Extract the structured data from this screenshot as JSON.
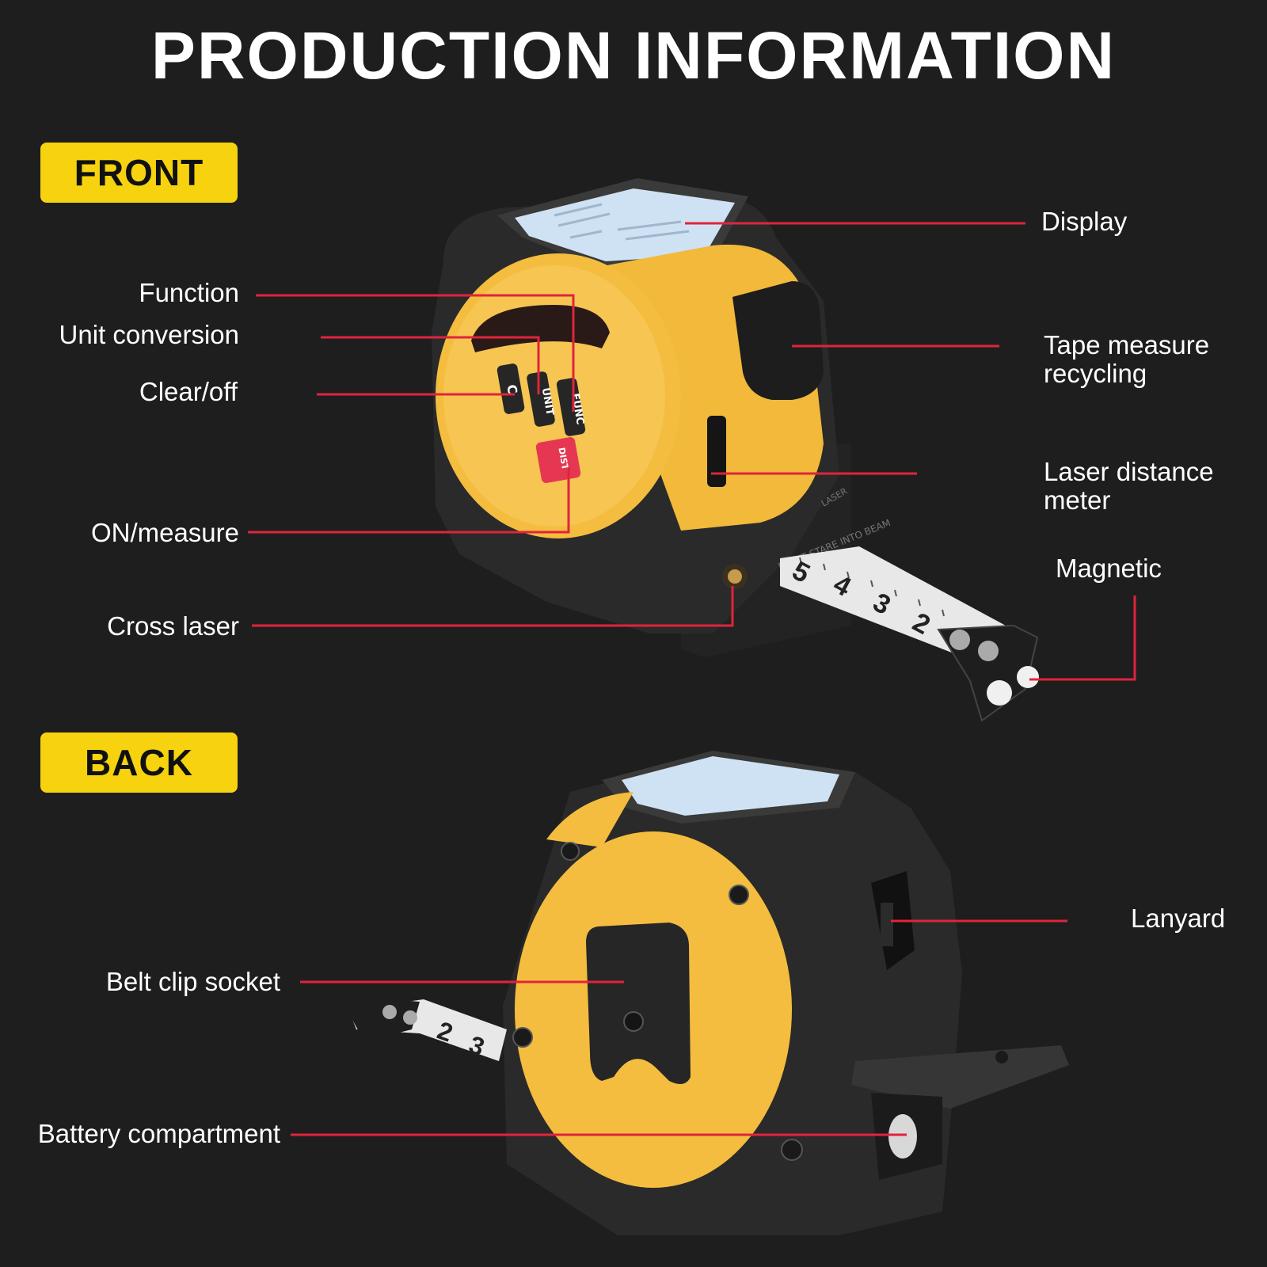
{
  "title": "PRODUCTION INFORMATION",
  "sections": {
    "front": "FRONT",
    "back": "BACK"
  },
  "device": {
    "buttons": {
      "clear": "C",
      "unit": "UNIT",
      "function": "FUNC",
      "measure": "DIST"
    },
    "tape_numbers": [
      "5",
      "4",
      "3",
      "2"
    ],
    "back_tape_numbers": [
      "2",
      "3"
    ],
    "warning_text": "DON'T STARE INTO BEAM",
    "laser_text": "LASER"
  },
  "labels": {
    "function": "Function",
    "unit_conversion": "Unit conversion",
    "clear_off": "Clear/off",
    "on_measure": "ON/measure",
    "cross_laser": "Cross laser",
    "display": "Display",
    "tape_recycling": "Tape measure recycling",
    "laser_meter": "Laser distance meter",
    "magnetic": "Magnetic",
    "lanyard": "Lanyard",
    "belt_clip": "Belt clip socket",
    "battery": "Battery compartment"
  },
  "colors": {
    "background": "#1e1e1e",
    "accent": "#f6d20f",
    "leader": "#e0243c",
    "body_yellow": "#f2b93a",
    "body_dark": "#2a2a2a"
  }
}
